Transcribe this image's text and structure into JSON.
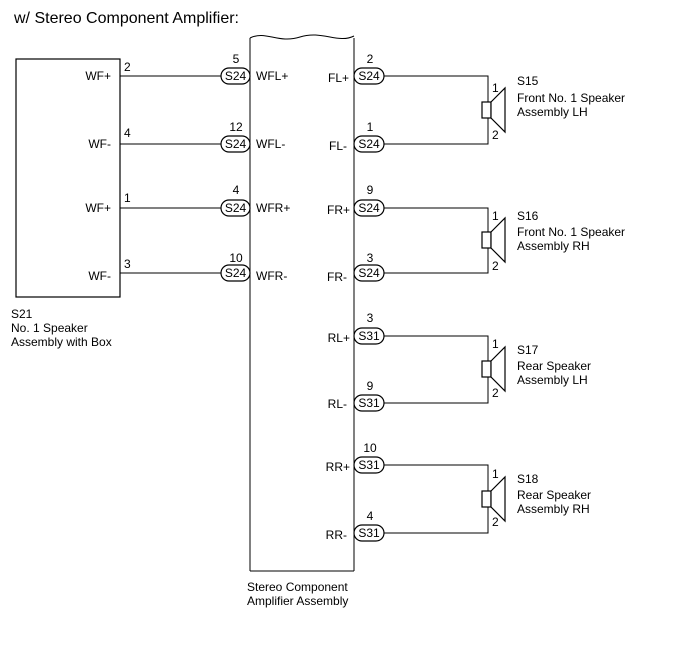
{
  "title": "w/ Stereo Component Amplifier:",
  "amplifier": {
    "label_line1": "Stereo Component",
    "label_line2": "Amplifier Assembly"
  },
  "subwoofer": {
    "code": "S21",
    "name_line1": "No. 1 Speaker",
    "name_line2": "Assembly with Box",
    "wires": [
      {
        "terminal": "WF+",
        "pin": "2",
        "connector": "S24",
        "conn_pin": "5",
        "amp_terminal": "WFL+"
      },
      {
        "terminal": "WF-",
        "pin": "4",
        "connector": "S24",
        "conn_pin": "12",
        "amp_terminal": "WFL-"
      },
      {
        "terminal": "WF+",
        "pin": "1",
        "connector": "S24",
        "conn_pin": "4",
        "amp_terminal": "WFR+"
      },
      {
        "terminal": "WF-",
        "pin": "3",
        "connector": "S24",
        "conn_pin": "10",
        "amp_terminal": "WFR-"
      }
    ]
  },
  "speakers": [
    {
      "code": "S15",
      "name_line1": "Front No. 1 Speaker",
      "name_line2": "Assembly LH",
      "pos": {
        "terminal": "FL+",
        "connector": "S24",
        "conn_pin": "2",
        "spk_pin": "1"
      },
      "neg": {
        "terminal": "FL-",
        "connector": "S24",
        "conn_pin": "1",
        "spk_pin": "2"
      }
    },
    {
      "code": "S16",
      "name_line1": "Front No. 1 Speaker",
      "name_line2": "Assembly RH",
      "pos": {
        "terminal": "FR+",
        "connector": "S24",
        "conn_pin": "9",
        "spk_pin": "1"
      },
      "neg": {
        "terminal": "FR-",
        "connector": "S24",
        "conn_pin": "3",
        "spk_pin": "2"
      }
    },
    {
      "code": "S17",
      "name_line1": "Rear Speaker",
      "name_line2": "Assembly LH",
      "pos": {
        "terminal": "RL+",
        "connector": "S31",
        "conn_pin": "3",
        "spk_pin": "1"
      },
      "neg": {
        "terminal": "RL-",
        "connector": "S31",
        "conn_pin": "9",
        "spk_pin": "2"
      }
    },
    {
      "code": "S18",
      "name_line1": "Rear Speaker",
      "name_line2": "Assembly RH",
      "pos": {
        "terminal": "RR+",
        "connector": "S31",
        "conn_pin": "10",
        "spk_pin": "1"
      },
      "neg": {
        "terminal": "RR-",
        "connector": "S31",
        "conn_pin": "4",
        "spk_pin": "2"
      }
    }
  ]
}
